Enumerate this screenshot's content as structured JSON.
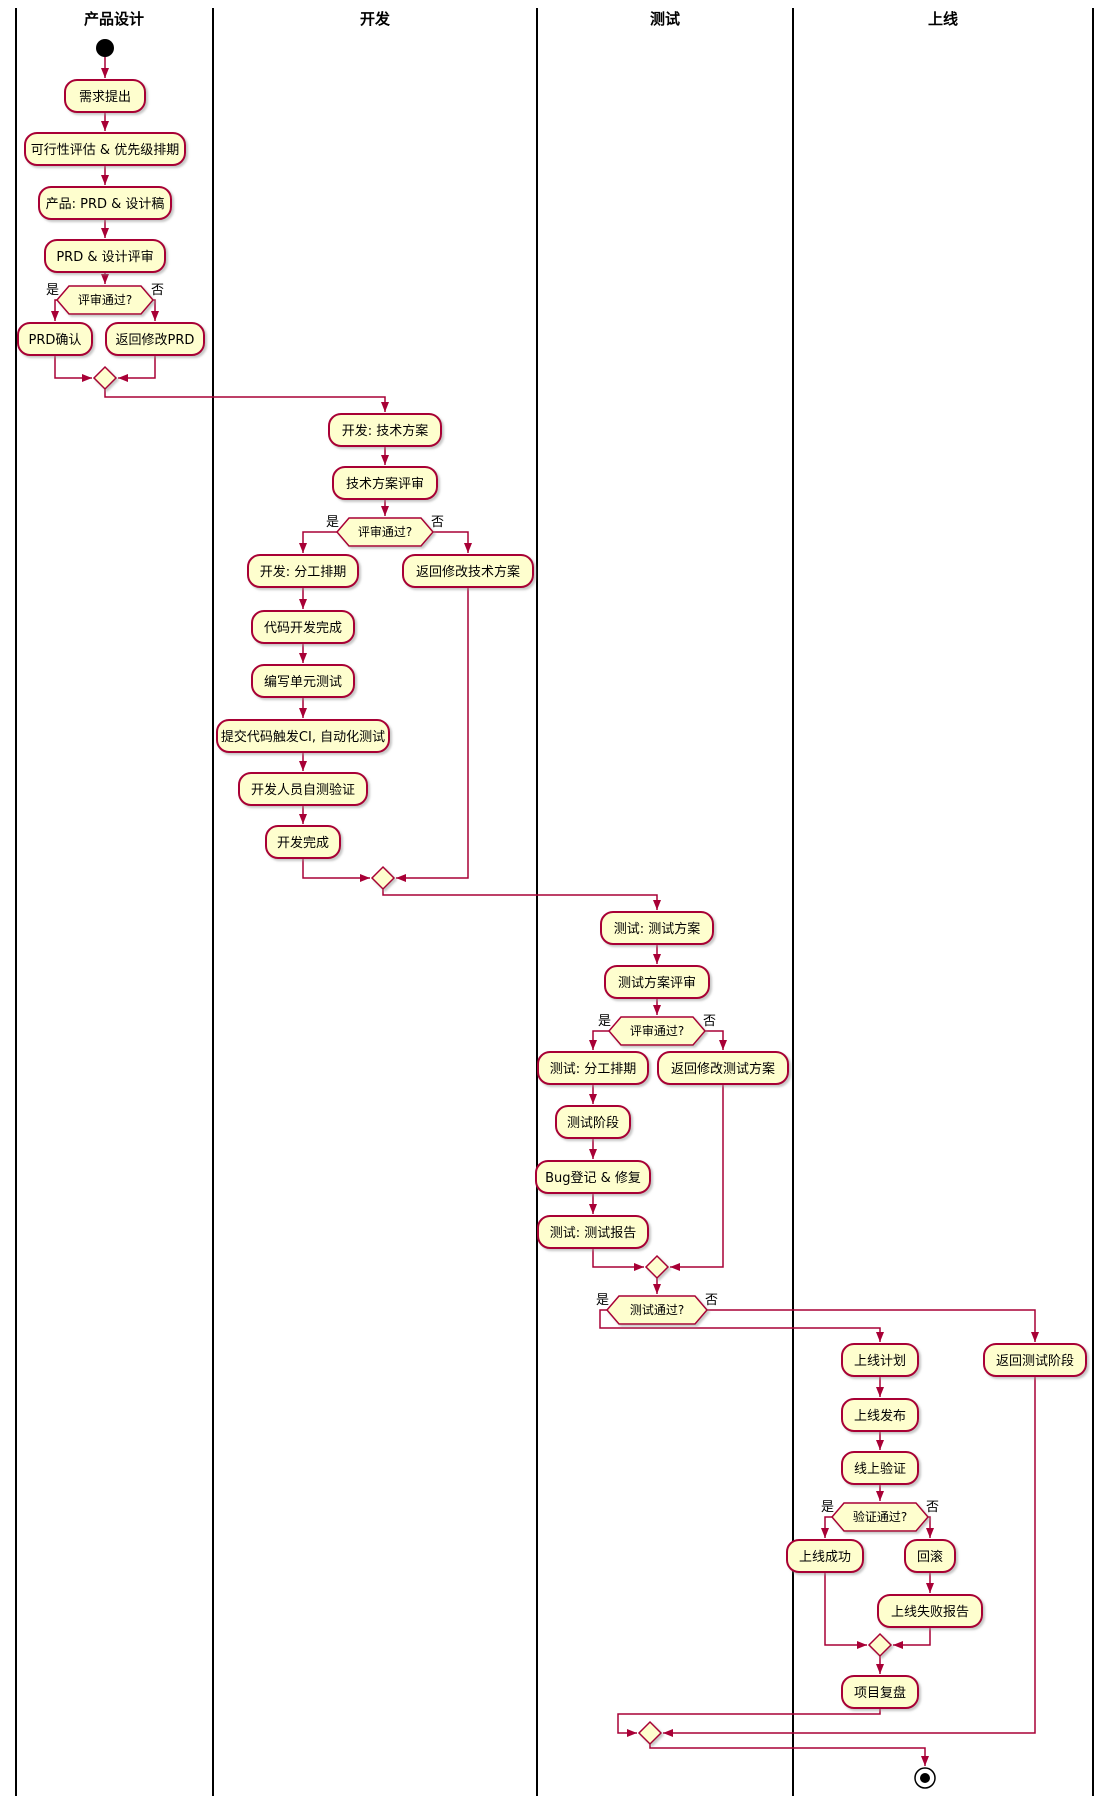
{
  "diagram": {
    "lanes": [
      {
        "title": "产品设计"
      },
      {
        "title": "开发"
      },
      {
        "title": "测试"
      },
      {
        "title": "上线"
      }
    ],
    "branch": {
      "yes": "是",
      "no": "否"
    },
    "decisions": {
      "d1": "评审通过?",
      "d2": "评审通过?",
      "d3": "评审通过?",
      "d4": "测试通过?",
      "d5": "验证通过?"
    },
    "activities": {
      "req": "需求提出",
      "feasibility": "可行性评估 & 优先级排期",
      "prd_draft": "产品: PRD & 设计稿",
      "prd_review": "PRD & 设计评审",
      "prd_confirm": "PRD确认",
      "prd_revise": "返回修改PRD",
      "tech_plan": "开发: 技术方案",
      "tech_review": "技术方案评审",
      "dev_schedule": "开发: 分工排期",
      "tech_revise": "返回修改技术方案",
      "code_done": "代码开发完成",
      "unit_test": "编写单元测试",
      "ci_test": "提交代码触发CI, 自动化测试",
      "self_test": "开发人员自测验证",
      "dev_done": "开发完成",
      "test_plan": "测试: 测试方案",
      "test_plan_review": "测试方案评审",
      "test_schedule": "测试: 分工排期",
      "test_plan_revise": "返回修改测试方案",
      "test_phase": "测试阶段",
      "bug_fix": "Bug登记 & 修复",
      "test_report": "测试: 测试报告",
      "launch_plan": "上线计划",
      "back_to_test": "返回测试阶段",
      "release": "上线发布",
      "online_verify": "线上验证",
      "launch_success": "上线成功",
      "rollback": "回滚",
      "fail_report": "上线失败报告",
      "retrospective": "项目复盘"
    },
    "colors": {
      "activity_fill": "#fefece",
      "activity_border": "#a80036",
      "edge": "#a80036",
      "lane_divider": "#000000"
    }
  }
}
